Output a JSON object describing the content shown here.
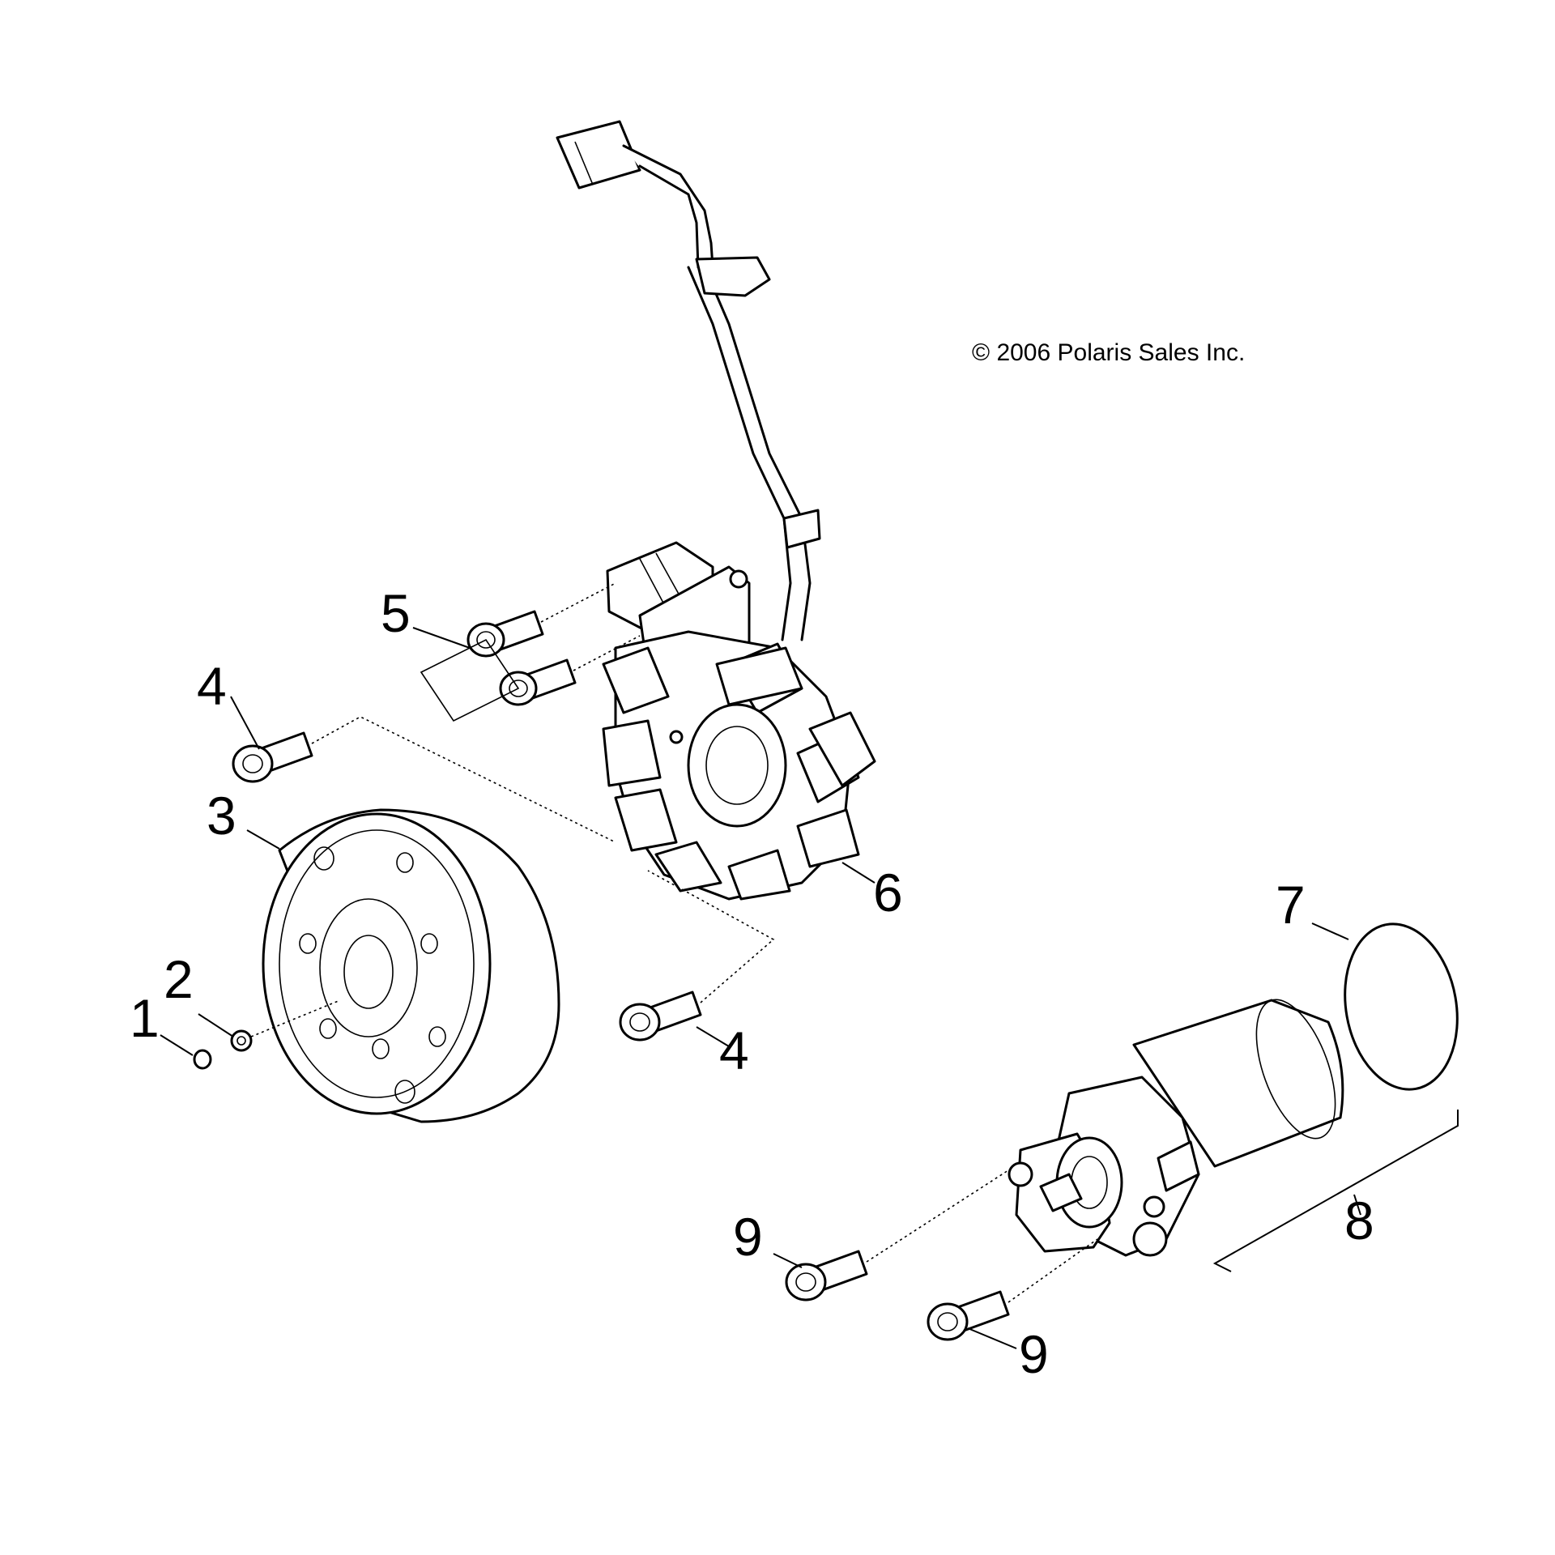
{
  "copyright": "© 2006 Polaris Sales Inc.",
  "callouts": {
    "c1": "1",
    "c2": "2",
    "c3": "3",
    "c4a": "4",
    "c4b": "4",
    "c5": "5",
    "c6": "6",
    "c7": "7",
    "c8": "8",
    "c9a": "9",
    "c9b": "9"
  },
  "colors": {
    "line": "#000000",
    "background": "#ffffff"
  }
}
